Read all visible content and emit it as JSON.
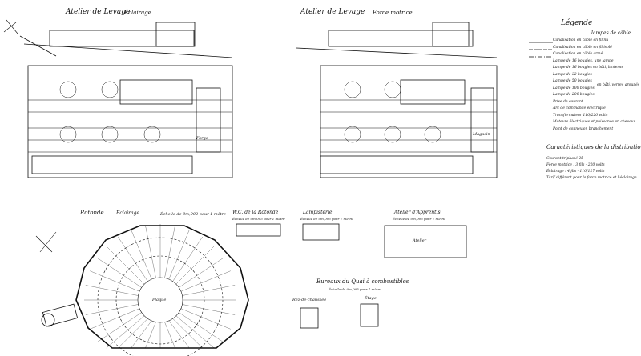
{
  "titles": {
    "lighting_shop": "Atelier de Levage",
    "lighting_shop_sub": "Éclairage",
    "power_shop": "Atelier de Levage",
    "power_shop_sub": "Force motrice",
    "rotunda": "Rotonde",
    "rotunda_sub": "Éclairage",
    "rotunda_scale": "Échelle de 0m,002 pour 1 mètre",
    "wc": "W.C. de la Rotonde",
    "wc_scale": "Échelle de 0m,005 pour 1 mètre",
    "lamp_room": "Lampisterie",
    "lamp_scale": "Échelle de 0m,005 pour 1 mètre",
    "apprentice": "Atelier d'Apprentis",
    "apprentice_scale": "Échelle de 0m,005 pour 1 mètre",
    "fuel_quay": "Bureaux du Quai à combustibles",
    "fuel_scale": "Échelle de 0m,005 pour 1 mètre",
    "fuel_left": "Rez-de-chaussée",
    "fuel_right": "Étage"
  },
  "legend": {
    "title": "Légende",
    "items": [
      "Canalisation en câble en fil nu",
      "Canalisation en câble en fil isolé",
      "Canalisation en câble armé",
      "Lampe de 16 bougies, une lampe",
      "Lampe de 16 bougies en bâti, lanterne",
      "Lampe de 32 bougies",
      "Lampe de 50 bougies",
      "Lampe de 100 bougies",
      "Lampe de 200 bougies",
      "Prise de courant",
      "Arc de commande électrique",
      "Transformateur 110/220 volts",
      "Moteurs électriques et puissance en chevaux",
      "Point de connexion branchement"
    ],
    "group1": "lampes de câble",
    "group2": "en bâti, verres groupés"
  },
  "characteristics": {
    "title": "Caractéristiques de la distribution",
    "lines": [
      "Courant triphasé 25 ~",
      "Force motrice : 3 fils - 220 volts",
      "Éclairage : 4 fils - 110/127 volts",
      "Tarif différent pour la force motrice et l'éclairage"
    ]
  },
  "labels": {
    "forge": "Forge",
    "magasin": "Magasin",
    "rotunda_center": "Plaque",
    "apprentice_room": "Atelier"
  }
}
